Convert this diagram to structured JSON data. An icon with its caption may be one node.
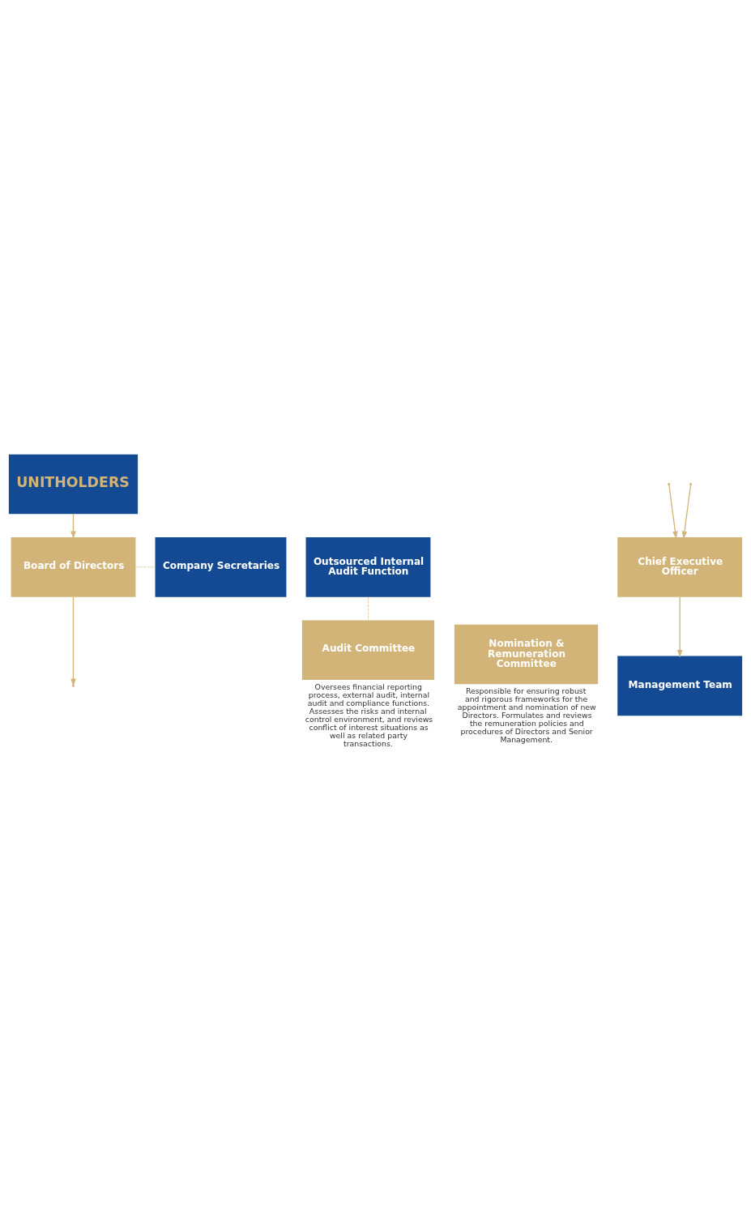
{
  "diagram": {
    "nodes": [
      {
        "text": [
          "UNITHOLDERS"
        ]
      },
      {
        "text": [
          "Outsourced Internal Audit Function"
        ]
      },
      {
        "text": [
          "Board of Directors"
        ]
      },
      {
        "text": [
          "Company Secretaries"
        ]
      },
      {
        "text": [
          "Audit Committee"
        ],
        "beside": [
          "Oversees financial reporting process, external audit, internal audit and compliance functions. Assesses the risks and internal control environment, and reviews conflict of interest situations as well as related party transactions."
        ]
      },
      {
        "text": [
          "Nomination & Remuneration Committee"
        ],
        "beside": [
          "Responsible for ensuring robust and rigorous frameworks for the appointment and nomination of new Directors. Formulates and reviews the remuneration policies and procedures of Directors and Senior Management."
        ]
      },
      {
        "text": [
          "Chief Executive Officer"
        ]
      },
      {
        "text": [
          "Management Team"
        ]
      }
    ],
    "edges": [
      {
        "from": 0,
        "to": 2,
        "arrow": "to"
      },
      {
        "from": 2,
        "to": 3,
        "arrow": "none",
        "style": "dashed"
      },
      {
        "from": 1,
        "to": 4,
        "arrow": "none",
        "style": "dashed"
      },
      {
        "from": 2,
        "to": null,
        "arrow": "to"
      },
      {
        "from": null,
        "to": 6,
        "arrow": "to"
      },
      {
        "from": null,
        "to": 6,
        "arrow": "to"
      },
      {
        "from": 6,
        "to": 7,
        "arrow": "to"
      }
    ]
  }
}
